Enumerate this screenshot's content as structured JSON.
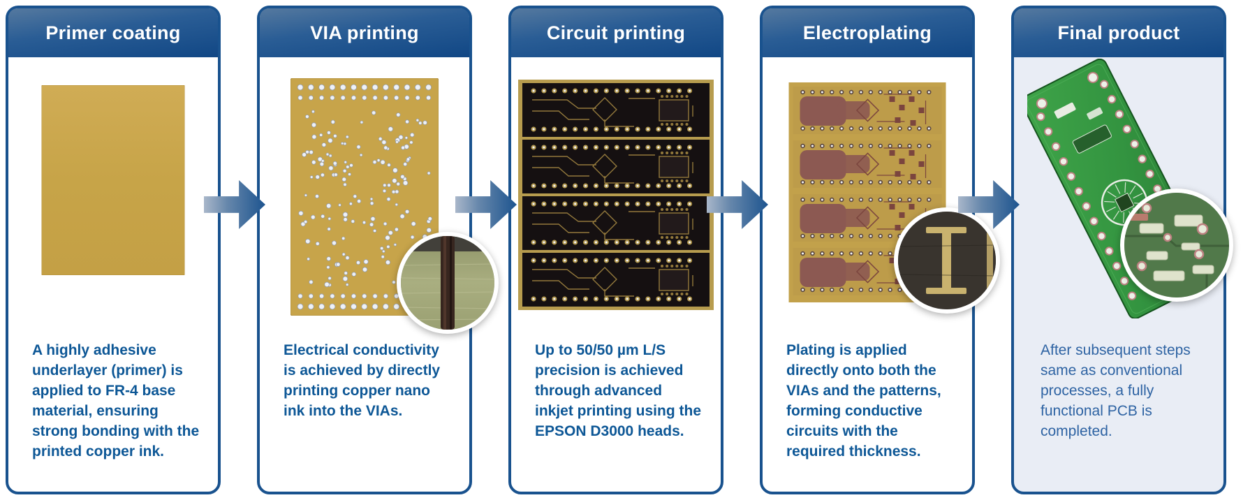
{
  "flow": {
    "direction": "left-to-right",
    "arrow_count": 4,
    "steps": [
      {
        "title": "Primer coating",
        "description": "A highly adhesive underlayer (primer) is applied to FR-4 base material, ensuring strong bonding with the printed copper ink."
      },
      {
        "title": "VIA printing",
        "description": "Electrical conductivity is achieved by directly printing copper nano ink into the VIAs."
      },
      {
        "title": "Circuit printing",
        "description": "Up to 50/50 µm L/S precision is achieved through advanced inkjet printing using the EPSON D3000 heads."
      },
      {
        "title": "Electroplating",
        "description": "Plating is applied directly onto both the VIAs and the patterns, forming conductive circuits with the required thickness."
      },
      {
        "title": "Final product",
        "description": "After subsequent steps same as conventional processes, a fully functional PCB is completed."
      }
    ]
  },
  "colors": {
    "header_gradient_top": "#55799f",
    "header_gradient_bottom": "#114785",
    "card_border": "#19528e",
    "body_text": "#0d5796",
    "final_card_text": "#2e63a3",
    "final_card_background": "#e9edf5",
    "arrow_dark": "#1d548f",
    "arrow_light": "#a9b7ca",
    "primer_board": "#c9a64c",
    "bare_board": "#c7a44a",
    "printed_panel_dark": "#151011",
    "trace_gold": "#b1974d",
    "plated_copper": "#8c5952",
    "final_pcb_green": "#379a41"
  }
}
